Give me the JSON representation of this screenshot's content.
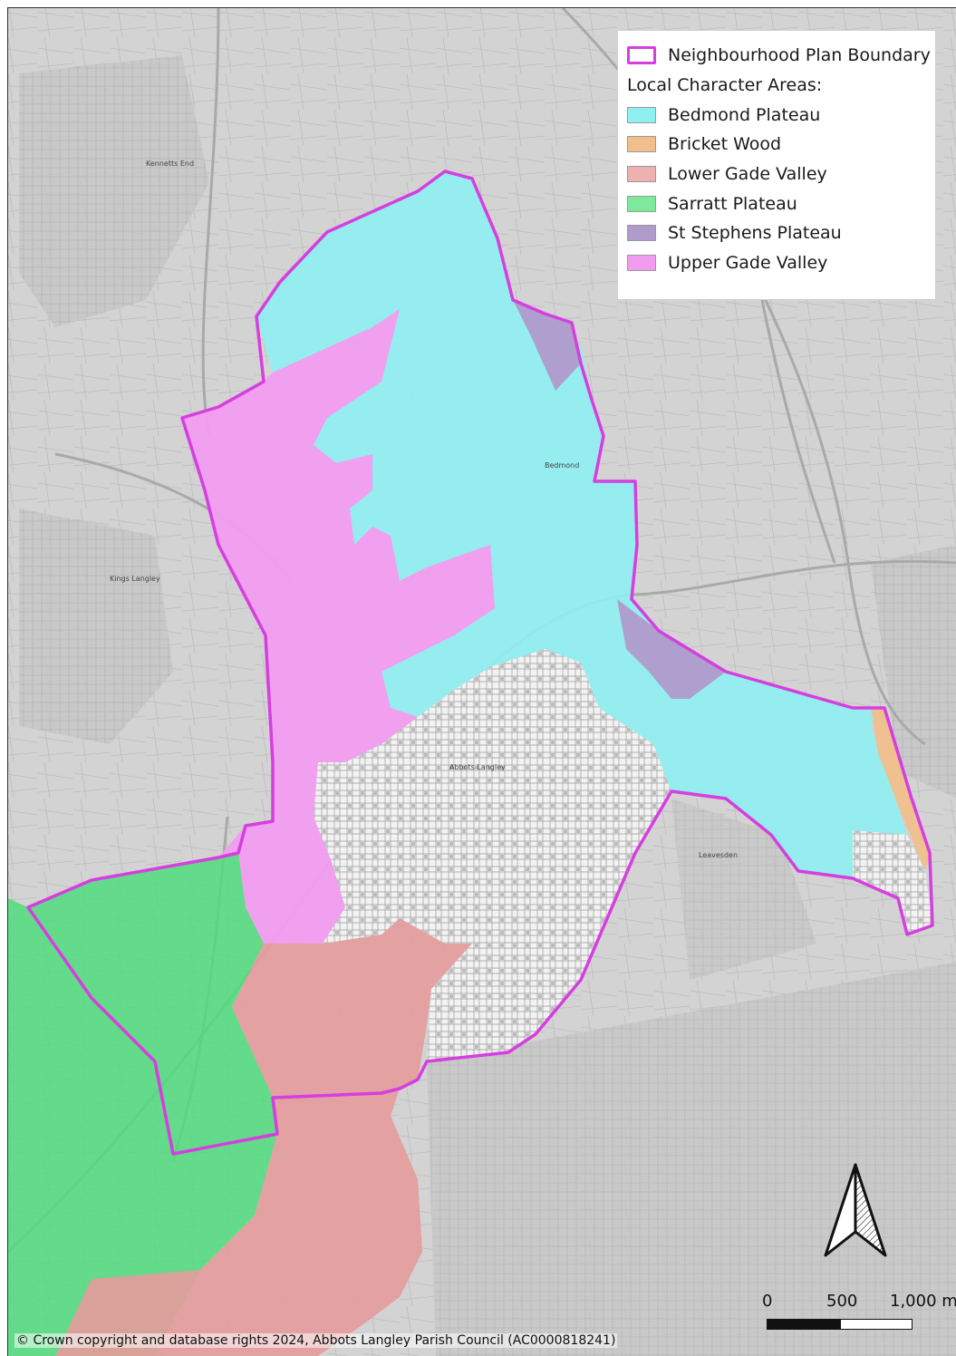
{
  "legend": {
    "boundary_label": "Neighbourhood Plan Boundary",
    "heading": "Local Character Areas:",
    "items": [
      {
        "label": "Bedmond Plateau",
        "color": "#8ff0f2"
      },
      {
        "label": "Bricket Wood",
        "color": "#f0bf8c"
      },
      {
        "label": "Lower Gade Valley",
        "color": "#eeb0b0"
      },
      {
        "label": "Sarratt Plateau",
        "color": "#7ee89b"
      },
      {
        "label": "St Stephens Plateau",
        "color": "#b09bcc"
      },
      {
        "label": "Upper Gade Valley",
        "color": "#f29cf0"
      }
    ],
    "boundary_color": "#d63ee0"
  },
  "map_labels": {
    "kennetts_end": "Kennetts End",
    "kings_langley": "Kings Langley",
    "abbots_langley": "Abbots Langley",
    "bedmond": "Bedmond",
    "leavesden": "Leavesden"
  },
  "scale_bar": {
    "label_0": "0",
    "label_500": "500",
    "label_1000": "1,000 m"
  },
  "copyright": "© Crown copyright and database rights 2024, Abbots Langley Parish Council (AC0000818241)",
  "north_icon": "north-arrow-icon"
}
